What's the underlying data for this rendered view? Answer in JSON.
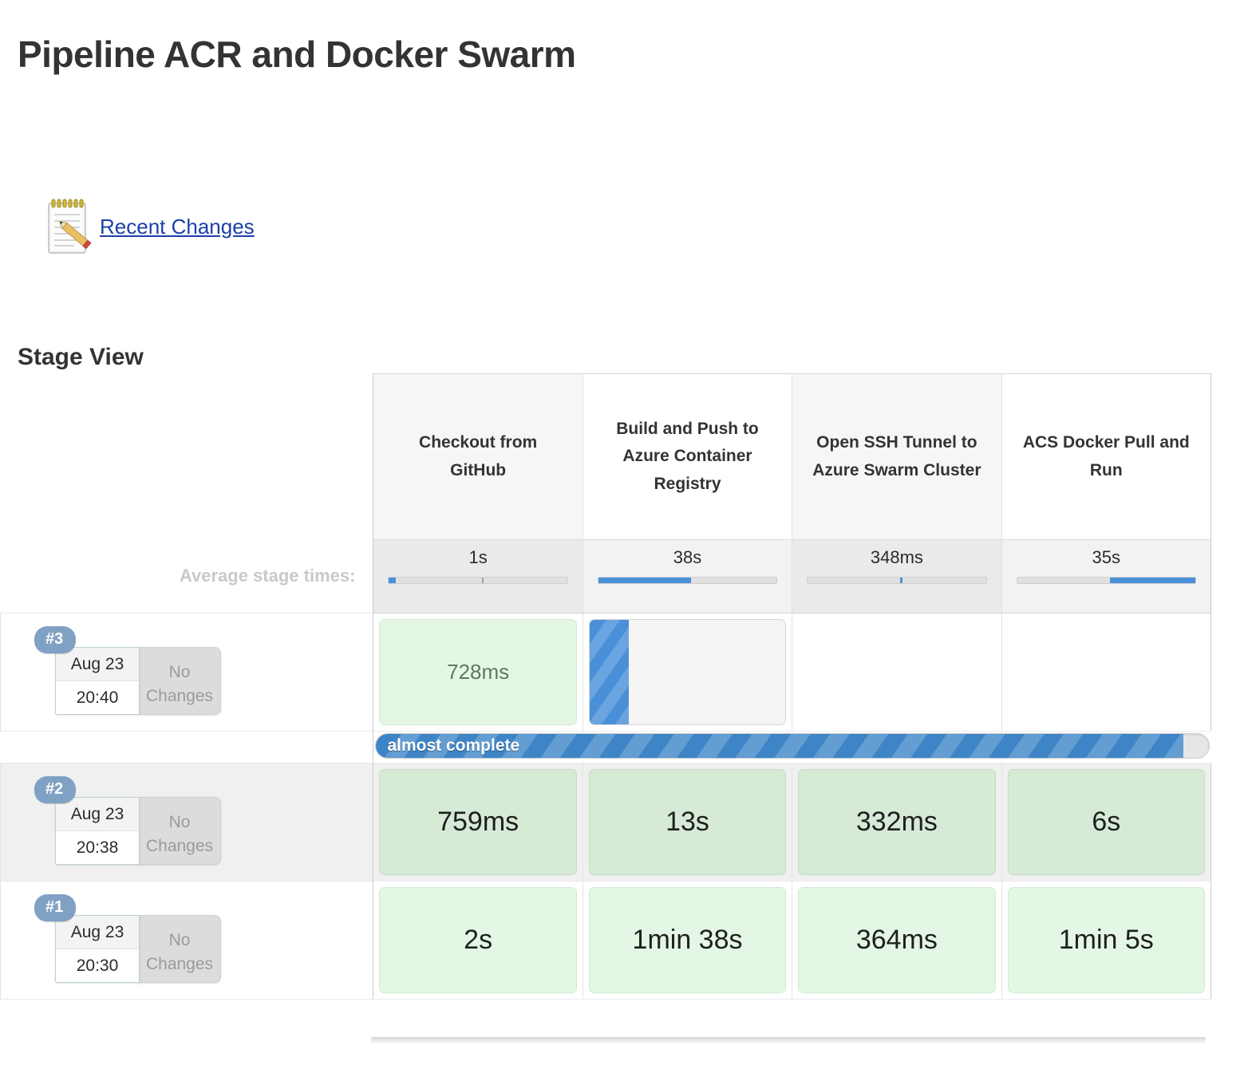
{
  "page": {
    "title": "Pipeline ACR and Docker Swarm",
    "section_title": "Stage View"
  },
  "recent_changes": {
    "label": "Recent Changes",
    "icon": "notepad-pencil-icon",
    "link_color": "#1b3faa"
  },
  "stage_view": {
    "average_label": "Average stage times:",
    "stages": [
      {
        "name": "Checkout from GitHub",
        "average": "1s",
        "bar_fill_percent": 4,
        "bar_tick_percent": 52
      },
      {
        "name": "Build and Push to Azure Container Registry",
        "average": "38s",
        "bar_fill_percent": 52,
        "bar_tick_percent": null
      },
      {
        "name": "Open SSH Tunnel to Azure Swarm Cluster",
        "average": "348ms",
        "bar_fill_percent": 0,
        "bar_tick_percent": 52
      },
      {
        "name": "ACS Docker Pull and Run",
        "average": "35s",
        "bar_fill_percent": 0,
        "bar_fill_offset_percent": 52,
        "bar_tick_percent": null
      }
    ],
    "builds": [
      {
        "number": "#3",
        "date": "Aug 23",
        "time": "20:40",
        "changes": "No Changes",
        "highlighted": false,
        "cells": [
          {
            "state": "success",
            "value": "728ms",
            "muted": true
          },
          {
            "state": "running",
            "value": "",
            "fill_percent": 20
          },
          {
            "state": "empty",
            "value": ""
          },
          {
            "state": "empty",
            "value": ""
          }
        ],
        "progress": {
          "label": "almost complete",
          "percent": 97
        }
      },
      {
        "number": "#2",
        "date": "Aug 23",
        "time": "20:38",
        "changes": "No Changes",
        "highlighted": true,
        "cells": [
          {
            "state": "success",
            "value": "759ms"
          },
          {
            "state": "success",
            "value": "13s"
          },
          {
            "state": "success",
            "value": "332ms"
          },
          {
            "state": "success",
            "value": "6s"
          }
        ]
      },
      {
        "number": "#1",
        "date": "Aug 23",
        "time": "20:30",
        "changes": "No Changes",
        "highlighted": false,
        "cells": [
          {
            "state": "success",
            "value": "2s"
          },
          {
            "state": "success",
            "value": "1min 38s"
          },
          {
            "state": "success",
            "value": "364ms"
          },
          {
            "state": "success",
            "value": "1min 5s"
          }
        ]
      }
    ]
  },
  "colors": {
    "accent_blue": "#4a90d9",
    "build_badge_blue": "#7fa1c4",
    "success_green": "#e4f7e4",
    "success_green_hover": "#d6ead6",
    "link_blue": "#1b3faa",
    "title_gray": "#333333"
  }
}
